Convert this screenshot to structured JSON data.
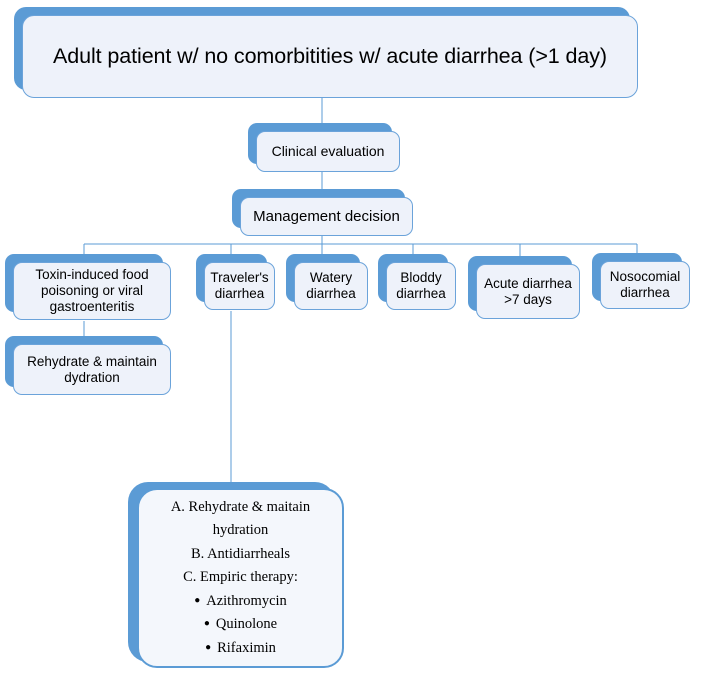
{
  "diagram": {
    "title": "Adult patient w/ no comorbitities w/ acute diarrhea (>1 day)",
    "accent_color": "#5b9bd5",
    "face_color": "#eef2fa",
    "line_color": "#5b9bd5",
    "nodes": {
      "title": "Adult patient w/ no comorbitities w/ acute diarrhea (>1 day)",
      "clinical_evaluation": "Clinical evaluation",
      "management_decision": "Management decision",
      "toxin": "Toxin-induced food poisoning or viral gastroenteritis",
      "rehydrate": "Rehydrate & maintain dydration",
      "travelers": "Traveler's diarrhea",
      "watery": "Watery diarrhea",
      "bloody": "Bloddy diarrhea",
      "acute": "Acute diarrhea >7 days",
      "nosocomial": "Nosocomial diarrhea"
    },
    "treatment": {
      "line_a": "A. Rehydrate  & maitain hydration",
      "line_b": "B. Antidiarrheals",
      "line_c": "C. Empiric  therapy:",
      "bullets": [
        "Azithromycin",
        "Quinolone",
        "Rifaximin"
      ]
    }
  }
}
